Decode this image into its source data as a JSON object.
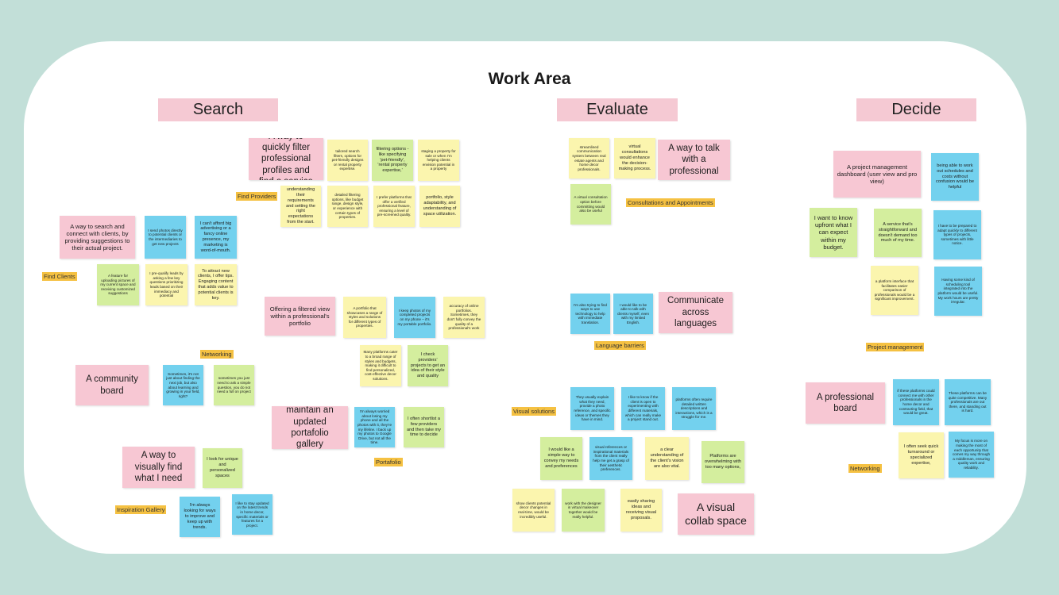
{
  "board": {
    "title": "Work Area",
    "columns": [
      "Search",
      "Evaluate",
      "Decide"
    ]
  },
  "labels": [
    "Find Providers",
    "Find Clients",
    "Networking",
    "Portafolio",
    "Inspiration Gallery",
    "Consultations and Appointments",
    "Language barriers",
    "Visual solutions",
    "Project management",
    "Networking"
  ],
  "notes": [
    {
      "text": "A way to quickly filter professional profiles and find a service",
      "color": "pink"
    },
    {
      "text": "tailored search filters, options for pet-friendly designs or rental property expertise.",
      "color": "yellow"
    },
    {
      "text": "filtering options - like specifying 'pet-friendly', 'rental property expertise,'",
      "color": "green"
    },
    {
      "text": "staging a property for sale or when I'm helping clients envision potential in a property",
      "color": "yellow"
    },
    {
      "text": "understanding their requirements and setting the right expectations from the start.",
      "color": "yellow"
    },
    {
      "text": "detailed filtering options, like budget range, design style, or experience with certain types of properties.",
      "color": "yellow"
    },
    {
      "text": "I prefer platforms that offer a verified professional feature, ensuring a level of pre-screened quality.",
      "color": "yellow"
    },
    {
      "text": "portfolio, style adaptability, and understanding of space utilization.",
      "color": "yellow"
    },
    {
      "text": "A way to search and connect with clients, by providing suggestions to their actual project.",
      "color": "pink"
    },
    {
      "text": "I send photos directly to potential clients or the intermediaries to get new projects",
      "color": "blue"
    },
    {
      "text": "I can't afford big advertising or a fancy online presence, my marketing is word-of-mouth.",
      "color": "blue"
    },
    {
      "text": "A feature for uploading pictures of my current space and receiving customized suggestions",
      "color": "green"
    },
    {
      "text": "I pre-qualify leads by asking a few key questions prioritizing leads based on their immediacy and potential",
      "color": "yellow"
    },
    {
      "text": "To attract new clients, I offer tips. Engaging content that adds value to potential clients is key.",
      "color": "yellow"
    },
    {
      "text": "Offering a filtered view within a professional's portfolio",
      "color": "pink"
    },
    {
      "text": "A portfolio that showcases a range of styles and solutions for different types of properties.",
      "color": "yellow"
    },
    {
      "text": "I keep photos of my completed projects on my phone – it's my portable portfolio.",
      "color": "blue"
    },
    {
      "text": "accuracy of online portfolios. Sometimes, they don't fully convey the quality of a professional's work",
      "color": "yellow"
    },
    {
      "text": "Many platforms cater to a broad range of styles and budgets, making it difficult to find personalized, cost-effective decor solutions.",
      "color": "yellow"
    },
    {
      "text": "I check providers' projects to get an idea of their style and quality",
      "color": "green"
    },
    {
      "text": "A community board",
      "color": "pink"
    },
    {
      "text": "Sometimes, it's not just about finding the next job, but also about learning and growing in your field, right?",
      "color": "blue"
    },
    {
      "text": "sometimes you just need to ask a simple question, you do not need a full on project",
      "color": "green"
    },
    {
      "text": "maintain an updated portafolio gallery",
      "color": "pink"
    },
    {
      "text": "I'm always worried about losing my phone and all the photos with it, they're my lifeline. I back up my photos to Google Drive, but not all the time.",
      "color": "blue"
    },
    {
      "text": "I often shortlist a few providers and then take my time to decide",
      "color": "green"
    },
    {
      "text": "A way to visually find what I need",
      "color": "pink"
    },
    {
      "text": "I look for unique and personalized spaces",
      "color": "green"
    },
    {
      "text": "I'm always looking for ways to improve and keep up with trends.",
      "color": "blue"
    },
    {
      "text": "I like to stay updated on the latest trends in home decor, specific materials or features for a project.",
      "color": "blue"
    },
    {
      "text": "streamlined communication system between real estate agents and home decor professionals.",
      "color": "yellow"
    },
    {
      "text": "virtual consultations would enhance the decision-making process.",
      "color": "yellow"
    },
    {
      "text": "A way to talk with a professional",
      "color": "pink"
    },
    {
      "text": "A virtual consultation option before committing would also be useful",
      "color": "green"
    },
    {
      "text": "I'm also trying to find ways to use technology to help with immediate translation.",
      "color": "blue"
    },
    {
      "text": "I would like to be able to talk with clients myself, even with my limited English.",
      "color": "blue"
    },
    {
      "text": "Communicate across languages",
      "color": "pink"
    },
    {
      "text": "They usually explain what they need, provide a photo reference, and specific ideas or themes they have in mind.",
      "color": "blue"
    },
    {
      "text": "I like to know if the client is open to experimenting with different materials, which can really make a project stand out.",
      "color": "blue"
    },
    {
      "text": "platforms often require detailed written descriptions and interactions, which is a struggle for me.",
      "color": "blue"
    },
    {
      "text": "I would like a simple way to convey my needs and preferences",
      "color": "green"
    },
    {
      "text": "visual references or inspirational materials from the client really help me get a grasp of their aesthetic preferences.",
      "color": "blue"
    },
    {
      "text": "a clear understanding of the client's vision are also vital.",
      "color": "yellow"
    },
    {
      "text": "Platforms are overwhelming with too many options,",
      "color": "green"
    },
    {
      "text": "show clients potential decor changes in real-time, would be incredibly useful.",
      "color": "yellow"
    },
    {
      "text": "work with the designer in virtual makeover together would be really helpful.",
      "color": "green"
    },
    {
      "text": "easily sharing ideas and receiving visual proposals.",
      "color": "yellow"
    },
    {
      "text": "A visual collab space",
      "color": "pink"
    },
    {
      "text": "A project management dashboard (user view and pro view)",
      "color": "pink"
    },
    {
      "text": "being able to work out schedules and costs without confusion would be helpful",
      "color": "blue"
    },
    {
      "text": "I want to know upfront what I can expect within my budget.",
      "color": "green"
    },
    {
      "text": "A service that's straightforward and doesn't demand too much of my time.",
      "color": "green"
    },
    {
      "text": "I have to be prepared to adapt quickly to different types of projects, sometimes with little notice.",
      "color": "blue"
    },
    {
      "text": "a platform interface that facilitates easier comparison of professionals would be a significant improvement.",
      "color": "yellow"
    },
    {
      "text": "Having some kind of scheduling tool integrated into the platform would be useful. My work hours are pretty irregular.",
      "color": "blue"
    },
    {
      "text": "A professional board",
      "color": "pink"
    },
    {
      "text": "if these platforms could connect me with other professionals in the home decor and contracting field, that would be great.",
      "color": "blue"
    },
    {
      "text": "These platforms can be quite competitive. Many professionals are out there, and standing out is hard.",
      "color": "blue"
    },
    {
      "text": "I often seek quick turnaround or specialized expertise,",
      "color": "yellow"
    },
    {
      "text": "My focus is more on making the most of each opportunity that comes my way through a middleman, ensuring quality work and reliability.",
      "color": "blue"
    }
  ]
}
